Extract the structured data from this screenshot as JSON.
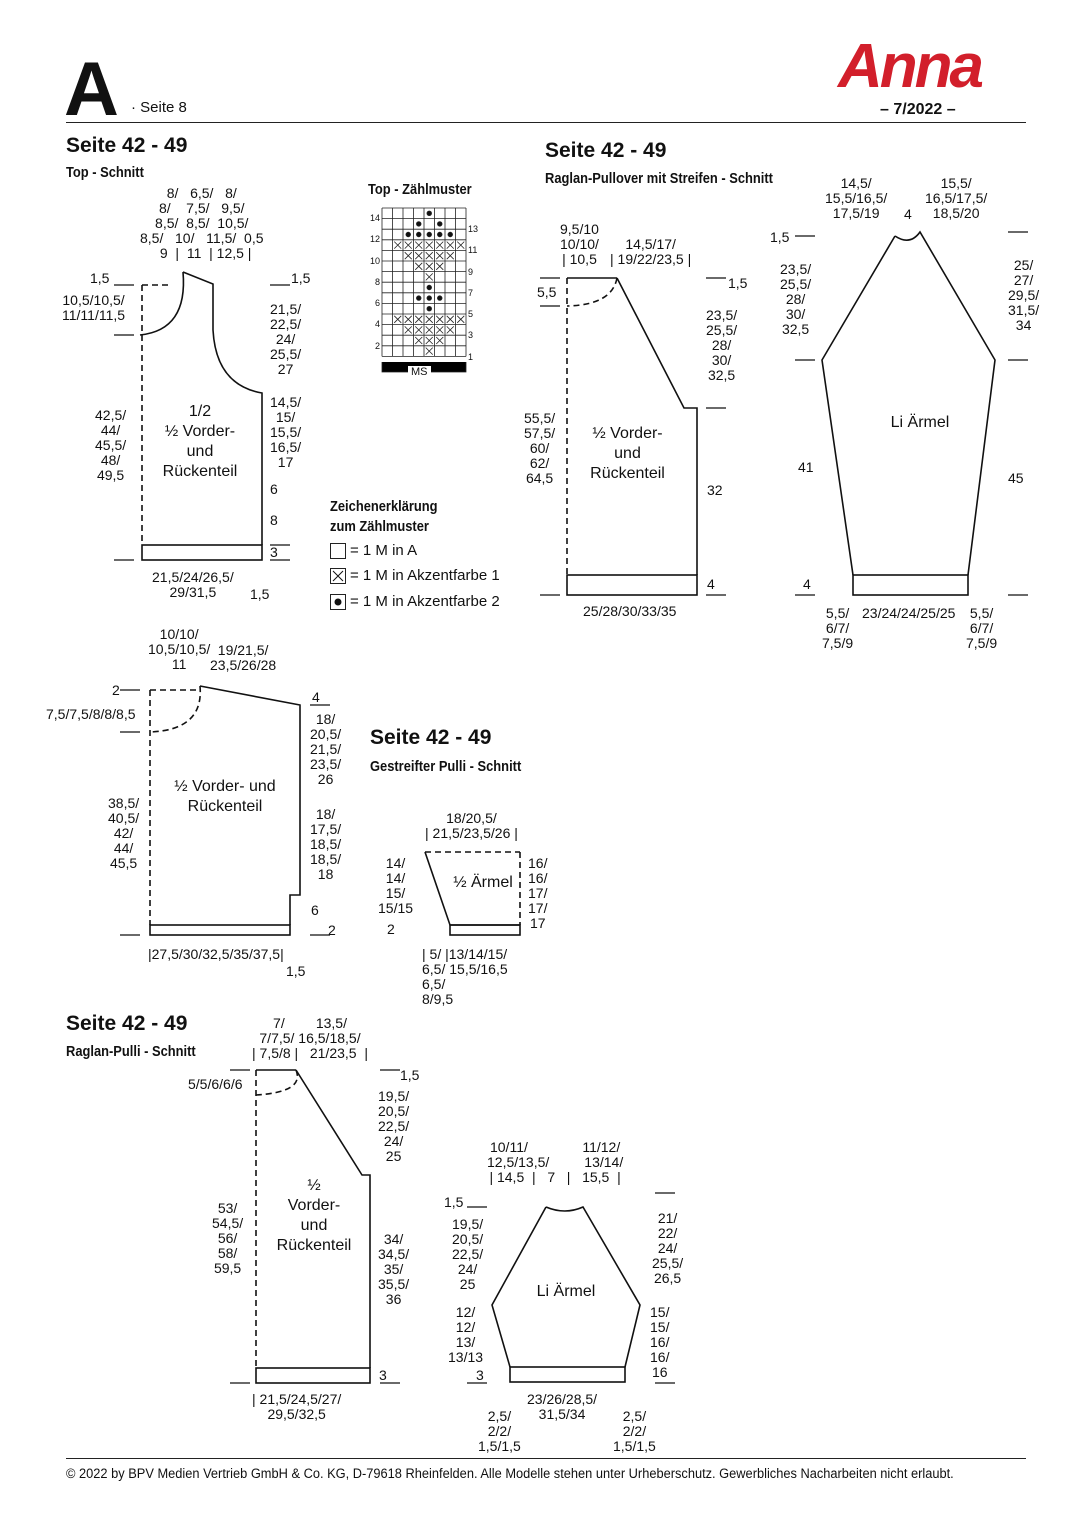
{
  "header": {
    "letter": "A",
    "page": "· Seite 8",
    "brand": "Anna",
    "issue": "– 7/2022 –"
  },
  "top": {
    "title": "Seite 42 - 49",
    "subtitle": "Top - Schnitt",
    "chart_title": "Top - Zählmuster",
    "piece_label": "1/2\n½ Vorder-\nund\nRückenteil",
    "labels": {
      "shoulder_cols": "8/   6,5/   8/\n8/    7,5/   9,5/\n8,5/  8,5/  10,5/\n8,5/   10/   11,5/  0,5\n  9  |  11  | 12,5 |",
      "neck_left": "1,5",
      "neck_depth": "10,5/10,5/\n11/11/11,5",
      "neck_right": "1,5",
      "armhole": "21,5/\n22,5/\n24/\n25,5/\n27",
      "side_lower": "14,5/\n15/\n15,5/\n16,5/\n17",
      "six": "6",
      "eight": "8",
      "three": "3",
      "length": "42,5/\n44/\n45,5/\n48/\n49,5",
      "width": "21,5/24/26,5/\n29/31,5",
      "width_small": "1,5"
    },
    "legend": {
      "title": "Zeichenerklärung\nzum Zählmuster",
      "items": [
        "= 1 M in A",
        "= 1 M in Akzentfarbe 1",
        "= 1 M in Akzentfarbe 2"
      ]
    },
    "grid_left_rows": [
      "14",
      "12",
      "10",
      "8",
      "6",
      "4",
      "2"
    ],
    "grid_right_rows": [
      "13",
      "11",
      "9",
      "7",
      "5",
      "3",
      "1"
    ],
    "grid_ms": "MS"
  },
  "raglan_streifen": {
    "title": "Seite 42 - 49",
    "subtitle": "Raglan-Pullover mit Streifen - Schnitt",
    "body_label": "½ Vorder-\nund\nRückenteil",
    "sleeve_label": "Li Ärmel",
    "labels": {
      "top_left": "9,5/10\n10/10/\n| 10,5",
      "top_right": "14,5/17/\n| 19/22/23,5 |",
      "neck_h": "1,5",
      "neck_d": "5,5",
      "raglan": "23,5/\n25,5/\n28/\n30/\n32,5",
      "length": "55,5/\n57,5/\n60/\n62/\n64,5",
      "side": "32",
      "rib": "4",
      "width": "25/28/30/33/35",
      "sl_top_left": "14,5/\n15,5/16,5/\n17,5/19",
      "sl_top_mid": "4",
      "sl_top_right": "15,5/\n16,5/17,5/\n18,5/20",
      "sl_left_h": "1,5",
      "sl_left_raglan": "23,5/\n25,5/\n28/\n30/\n32,5",
      "sl_right_raglan": "25/\n27/\n29,5/\n31,5/\n34",
      "sl_left_len": "41",
      "sl_right_len": "45",
      "sl_rib": "4",
      "sl_bot_left": "5,5/\n6/7/\n7,5/9",
      "sl_bot_mid": "23/24/24/25/25",
      "sl_bot_right": "5,5/\n6/7/\n7,5/9"
    }
  },
  "pulli2": {
    "labels": {
      "top_left": "10/10/\n10,5/10,5/\n11",
      "top_right": "19/21,5/\n23,5/26/28",
      "neck_h": "2",
      "neck_d": "7,5/7,5/8/8/8,5",
      "four": "4",
      "armhole": "18/\n20,5/\n21,5/\n23,5/\n26",
      "side": "18/\n17,5/\n18,5/\n18,5/\n18",
      "length": "38,5/\n40,5/\n42/\n44/\n45,5",
      "six": "6",
      "two": "2",
      "width": "|27,5/30/32,5/35/37,5|",
      "width_small": "1,5"
    },
    "piece_label": "½ Vorder- und\nRückenteil"
  },
  "gestreifter": {
    "title": "Seite 42 - 49",
    "subtitle": "Gestreifter Pulli - Schnitt",
    "piece_label": "½ Ärmel",
    "labels": {
      "top": "18/20,5/\n| 21,5/23,5/26 |",
      "left": "14/\n14/\n15/\n15/15",
      "left_two": "2",
      "right": "16/\n16/\n17/\n17/\n17",
      "bot": "| 5/ |13/14/15/\n6,5/ 15,5/16,5\n6,5/\n8/9,5"
    }
  },
  "raglan_pulli": {
    "title": "Seite 42 - 49",
    "subtitle": "Raglan-Pulli - Schnitt",
    "body_label": "½\nVorder-\nund\nRückenteil",
    "sleeve_label": "Li Ärmel",
    "labels": {
      "top": "7/        13,5/\n7/7,5/ 16,5/18,5/\n| 7,5/8 |   21/23,5  |",
      "neck_d": "5/5/6/6/6",
      "neck_h": "1,5",
      "raglan": "19,5/\n20,5/\n22,5/\n24/\n25",
      "length": "53/\n54,5/\n56/\n58/\n59,5",
      "side": "34/\n34,5/\n35/\n35,5/\n36",
      "rib": "3",
      "width": "| 21,5/24,5/27/\n29,5/32,5",
      "sl_top": "10/11/              11/12/\n12,5/13,5/         13/14/\n| 14,5  |   7   |   15,5  |",
      "sl_h": "1,5",
      "sl_left_raglan": "19,5/\n20,5/\n22,5/\n24/\n25",
      "sl_right_raglan": "21/\n22/\n24/\n25,5/\n26,5",
      "sl_left_low": "12/\n12/\n13/\n13/13",
      "sl_left_rib": "3",
      "sl_right_low": "15/\n15/\n16/\n16/\n16",
      "sl_bot_left": "2,5/\n2/2/\n1,5/1,5",
      "sl_bot_mid": "23/26/28,5/\n31,5/34",
      "sl_bot_right": "2,5/\n2/2/\n1,5/1,5"
    }
  },
  "footer": "© 2022 by BPV Medien Vertrieb GmbH & Co. KG, D-79618 Rheinfelden. Alle Modelle stehen unter Urheberschutz. Gewerbliches Nacharbeiten nicht erlaubt."
}
